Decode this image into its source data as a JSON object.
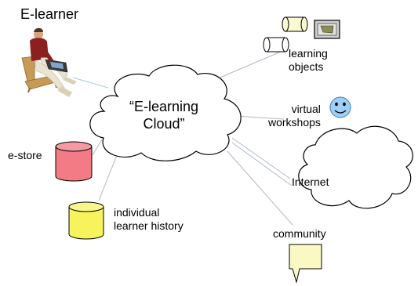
{
  "title": "E-learner",
  "center": {
    "line1": "“E-learning",
    "line2": "Cloud”"
  },
  "nodes": {
    "estore": "e-store",
    "history": {
      "line1": "individual",
      "line2": "learner history"
    },
    "objects": {
      "line1": "learning",
      "line2": "objects"
    },
    "workshops": {
      "line1": "virtual",
      "line2": "workshops"
    },
    "internet": "Internet",
    "community": "community"
  },
  "colors": {
    "cloud_fill": "#ffffff",
    "outline": "#000000",
    "connector": "#b0b8c4",
    "connector_user": "#9ecde6",
    "estore_fill": "#f27b85",
    "history_fill": "#f7f35c",
    "objects_fill": "#fafad2",
    "smiley_fill": "#9ecff5",
    "speech_fill": "#fbf9c3",
    "box_fill": "#cfcfcf",
    "box_inner": "#8c8c5a"
  },
  "icons": {
    "user": "person-at-laptop-icon",
    "estore": "database-cylinder-icon",
    "history": "database-cylinder-icon",
    "objects": "cylinder-objects-icon",
    "workshops": "smiley-face-icon",
    "internet": "cloud-icon",
    "community": "speech-bubble-icon"
  }
}
